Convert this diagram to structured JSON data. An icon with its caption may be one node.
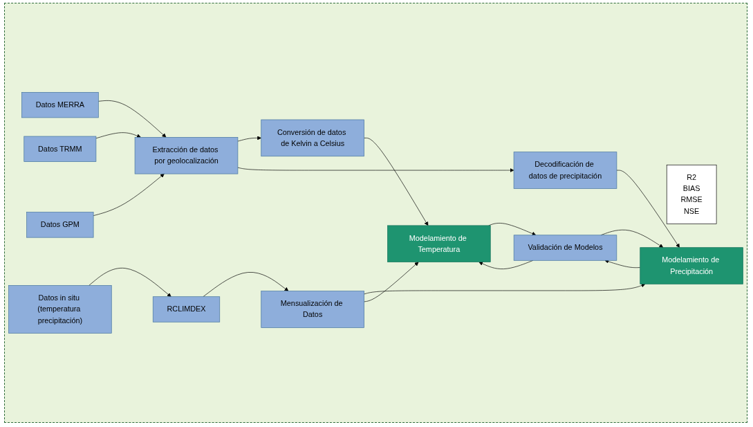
{
  "diagram": {
    "nodes": [
      {
        "text": [
          "Datos MERRA"
        ]
      },
      {
        "text": [
          "Datos  TRMM"
        ]
      },
      {
        "text": [
          "Datos GPM"
        ]
      },
      {
        "text": [
          "Extracción de datos por geolocalización"
        ]
      },
      {
        "text": [
          "Conversión de datos de Kelvin a Celsius"
        ]
      },
      {
        "text": [
          "Decodificación de datos de precipitación"
        ]
      },
      {
        "text": [
          "Datos in situ (temperatura precipitación)"
        ]
      },
      {
        "text": [
          "RCLIMDEX"
        ]
      },
      {
        "text": [
          "Mensualización de Datos"
        ]
      },
      {
        "text": [
          "Modelamiento de Temperatura"
        ]
      },
      {
        "text": [
          "Modelamiento de Precipitación"
        ]
      },
      {
        "text": [
          "Validación de Modelos"
        ]
      },
      {
        "text": [
          "R2",
          "BIAS",
          "RMSE",
          "NSE"
        ]
      }
    ],
    "edges": [
      {
        "from": 0,
        "to": 3,
        "arrow": "to"
      },
      {
        "from": 1,
        "to": 3,
        "arrow": "to"
      },
      {
        "from": 2,
        "to": 3,
        "arrow": "to"
      },
      {
        "from": 3,
        "to": 4,
        "arrow": "to"
      },
      {
        "from": 3,
        "to": 5,
        "arrow": "to"
      },
      {
        "from": 4,
        "to": 9,
        "arrow": "to"
      },
      {
        "from": 5,
        "to": 10,
        "arrow": "to"
      },
      {
        "from": 6,
        "to": 7,
        "arrow": "to"
      },
      {
        "from": 7,
        "to": 8,
        "arrow": "to"
      },
      {
        "from": 8,
        "to": 10,
        "arrow": "to"
      },
      {
        "from": 8,
        "to": 9,
        "arrow": "to"
      },
      {
        "from": 9,
        "to": 11,
        "arrow": "to"
      },
      {
        "from": 10,
        "to": 11,
        "arrow": "to"
      },
      {
        "from": 11,
        "to": 9,
        "arrow": "to"
      },
      {
        "from": 11,
        "to": 10,
        "arrow": "to"
      }
    ]
  }
}
